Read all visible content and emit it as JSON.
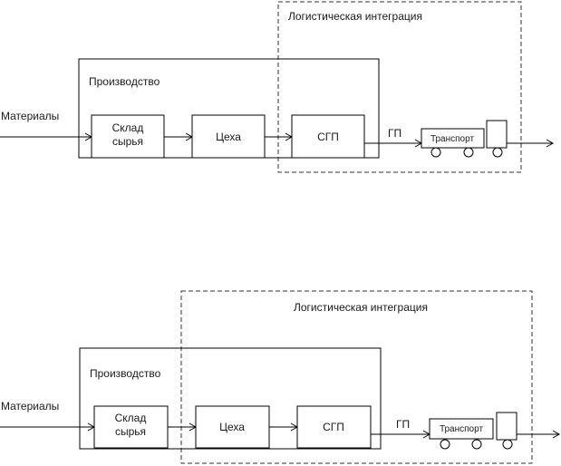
{
  "top": {
    "logistics_label": "Логистическая интеграция",
    "production_label": "Производство",
    "materials_label": "Материалы",
    "raw_warehouse_line1": "Склад",
    "raw_warehouse_line2": "сырья",
    "workshops_label": "Цеха",
    "finished_goods_label": "СГП",
    "finished_product_label": "ГП",
    "transport_label": "Транспорт"
  },
  "bottom": {
    "logistics_label": "Логистическая интеграция",
    "production_label": "Производство",
    "materials_label": "Материалы",
    "raw_warehouse_line1": "Склад",
    "raw_warehouse_line2": "сырья",
    "workshops_label": "Цеха",
    "finished_goods_label": "СГП",
    "finished_product_label": "ГП",
    "transport_label": "Транспорт"
  }
}
